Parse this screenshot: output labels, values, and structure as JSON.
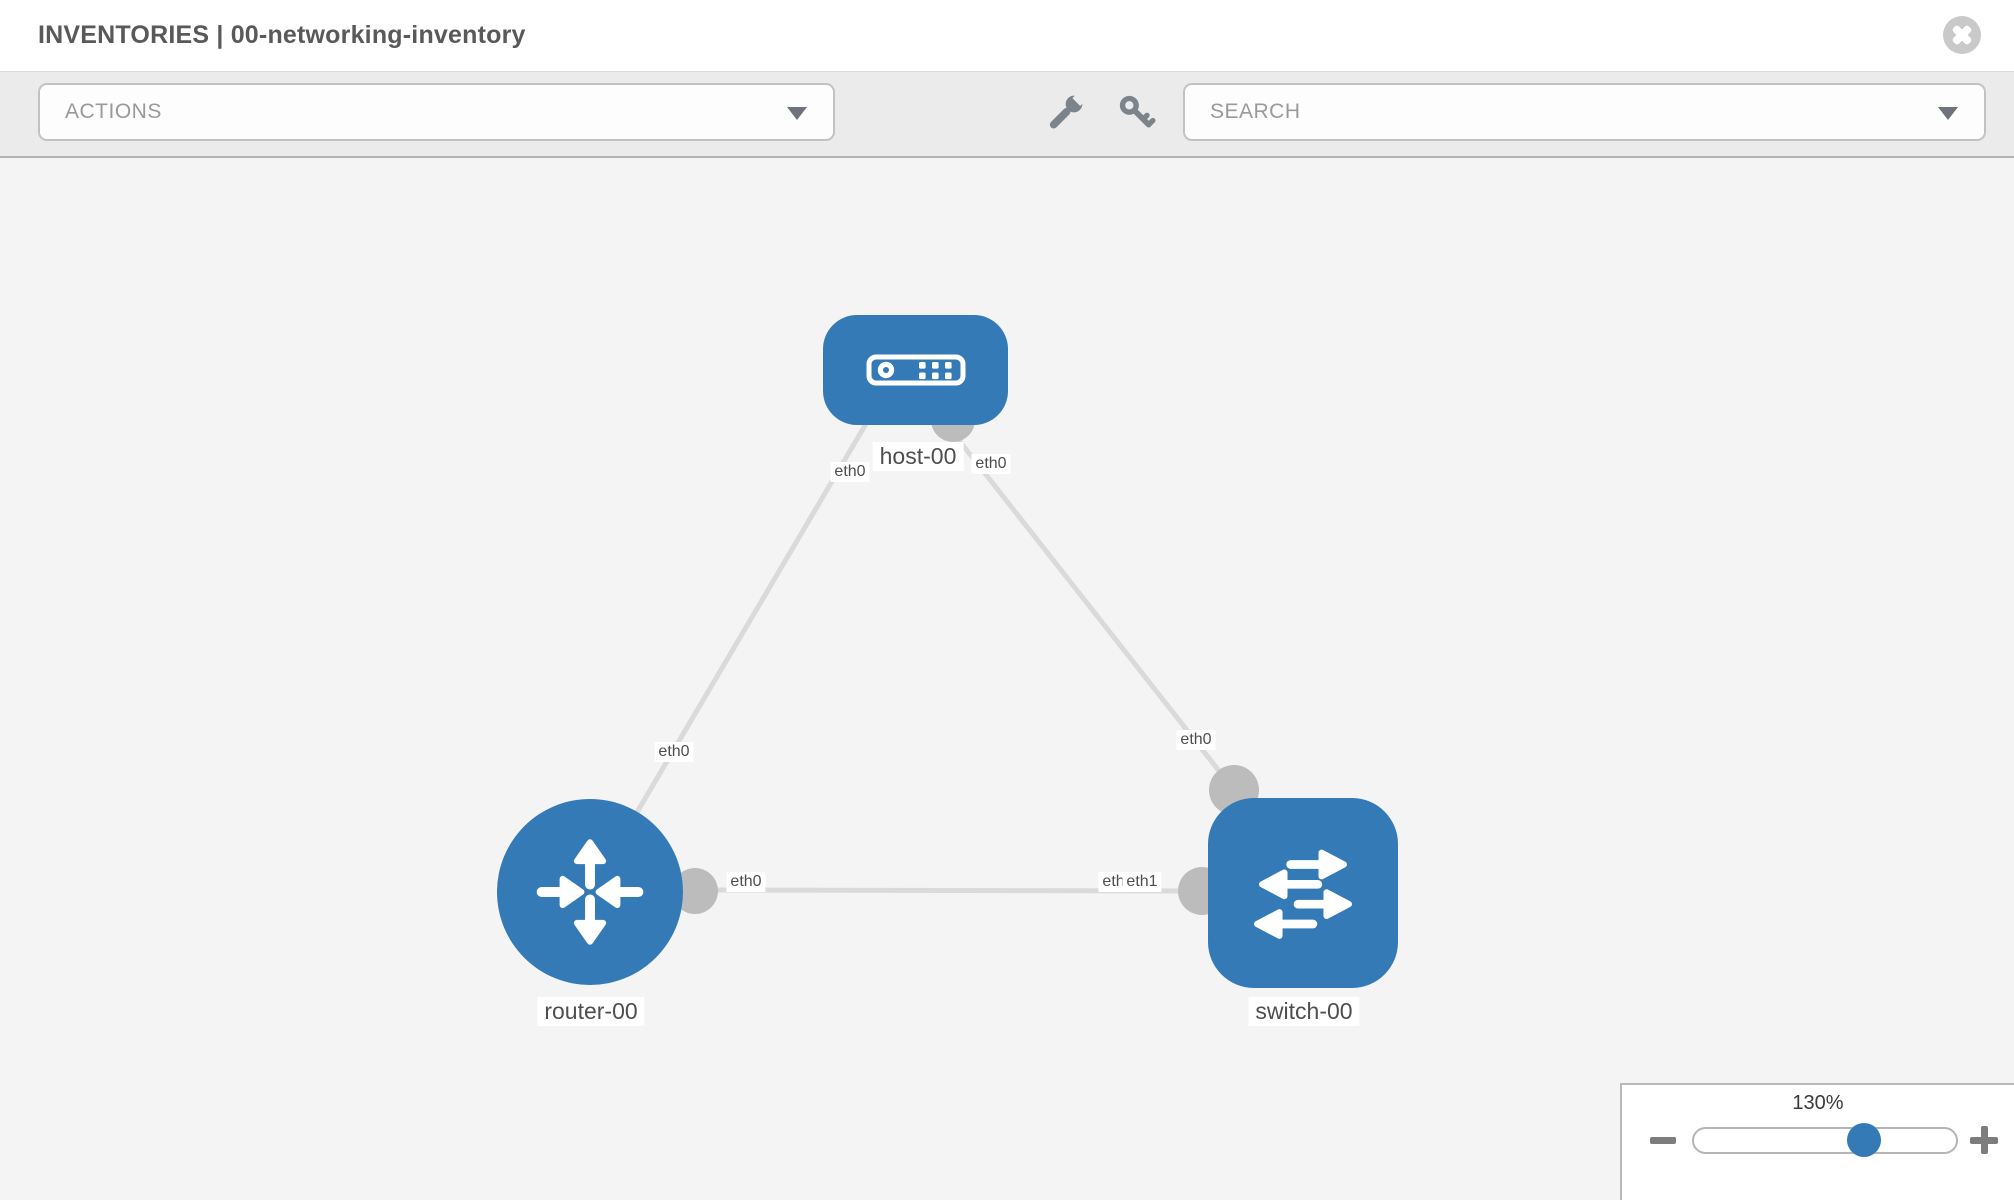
{
  "header": {
    "title": "INVENTORIES | 00-networking-inventory",
    "close_icon": "x-circle"
  },
  "toolbar": {
    "actions_dropdown": {
      "placeholder": "ACTIONS",
      "icon": "chevron-down"
    },
    "wrench_icon": "wrench",
    "key_icon": "key",
    "search_dropdown": {
      "placeholder": "SEARCH",
      "icon": "chevron-down"
    }
  },
  "topology": {
    "nodes": [
      {
        "label": "host-00",
        "type": "host"
      },
      {
        "label": "router-00",
        "type": "router"
      },
      {
        "label": "switch-00",
        "type": "switch"
      }
    ],
    "interfaces": [
      {
        "text": "eth0",
        "position": "host-end-of-host-router-link"
      },
      {
        "text": "eth0",
        "position": "host-end-of-host-switch-link"
      },
      {
        "text": "eth0",
        "position": "router-end-of-host-router-link"
      },
      {
        "text": "eth0",
        "position": "router-end-of-router-switch-link"
      },
      {
        "text": "eth0",
        "position": "switch-end-of-host-switch-link"
      },
      {
        "text": "eth0",
        "position": "switch-end-overlapped-label"
      },
      {
        "text": "eth1",
        "position": "switch-end-of-router-switch-link"
      }
    ]
  },
  "zoom_control": {
    "level": "130%",
    "minus_icon": "minus",
    "plus_icon": "plus"
  },
  "colors": {
    "node_blue": "#337ab7",
    "canvas_background": "#f4f4f4",
    "toolbar_background": "#ebebeb",
    "link_gray": "#dadada",
    "connector_gray": "#bcbcbc"
  }
}
